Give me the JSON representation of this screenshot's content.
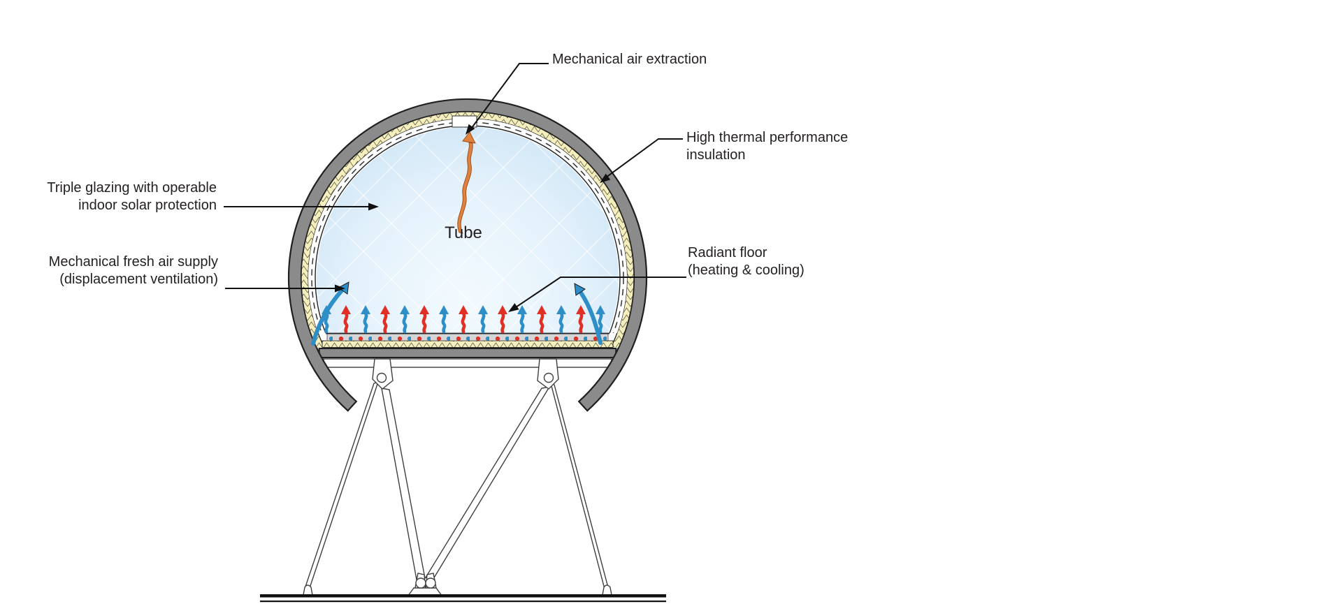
{
  "diagram": {
    "title_label": "Tube",
    "labels": {
      "air_extraction": "Mechanical air extraction",
      "insulation_1": "High thermal performance",
      "insulation_2": "insulation",
      "glazing_1": "Triple glazing with operable",
      "glazing_2": "indoor solar protection",
      "fresh_air_1": "Mechanical fresh air supply",
      "fresh_air_2": "(displacement ventilation)",
      "radiant_1": "Radiant floor",
      "radiant_2": "(heating & cooling)"
    },
    "colors": {
      "shell": "#8b8b8b",
      "outline": "#1f1f1f",
      "insulation": "#f5efbd",
      "hatch": "#6b6653",
      "glazing_dash": "#333333",
      "interior_edge": "#c9e2f4",
      "interior_center": "#f3fafe",
      "grid": "#ffffff",
      "floor": "#d6d6d6",
      "cool": "#2e8ec8",
      "warm": "#e03026",
      "extraction": "#e0813f",
      "structure": "#3f3f3f",
      "ground": "#111111",
      "leader": "#111111",
      "text": "#231f20"
    }
  }
}
